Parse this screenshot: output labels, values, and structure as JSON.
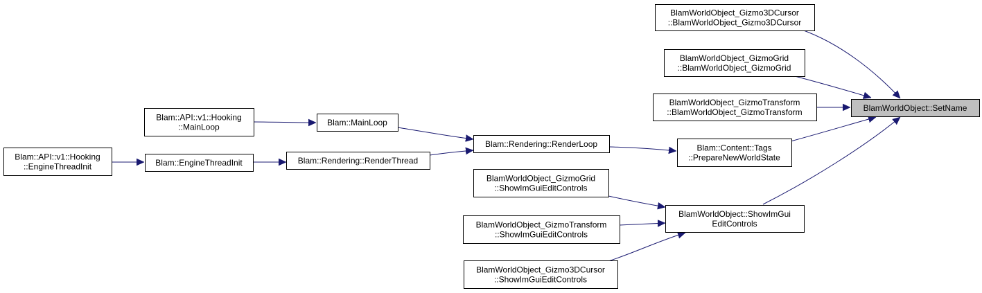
{
  "nodes": {
    "set_name": {
      "lines": [
        "BlamWorldObject::SetName"
      ]
    },
    "gizmo3dcursor_ctor": {
      "lines": [
        "BlamWorldObject_Gizmo3DCursor",
        "::BlamWorldObject_Gizmo3DCursor"
      ]
    },
    "gizmogrid_ctor": {
      "lines": [
        "BlamWorldObject_GizmoGrid",
        "::BlamWorldObject_GizmoGrid"
      ]
    },
    "gizmotransform_ctor": {
      "lines": [
        "BlamWorldObject_GizmoTransform",
        "::BlamWorldObject_GizmoTransform"
      ]
    },
    "prepare_new_world_state": {
      "lines": [
        "Blam::Content::Tags",
        "::PrepareNewWorldState"
      ]
    },
    "show_imgui_edit_controls": {
      "lines": [
        "BlamWorldObject::ShowImGui",
        "EditControls"
      ]
    },
    "render_loop": {
      "lines": [
        "Blam::Rendering::RenderLoop"
      ]
    },
    "main_loop": {
      "lines": [
        "Blam::MainLoop"
      ]
    },
    "render_thread": {
      "lines": [
        "Blam::Rendering::RenderThread"
      ]
    },
    "hooking_main_loop": {
      "lines": [
        "Blam::API::v1::Hooking",
        "::MainLoop"
      ]
    },
    "engine_thread_init": {
      "lines": [
        "Blam::EngineThreadInit"
      ]
    },
    "hooking_engine_thread_init": {
      "lines": [
        "Blam::API::v1::Hooking",
        "::EngineThreadInit"
      ]
    },
    "gizmogrid_show": {
      "lines": [
        "BlamWorldObject_GizmoGrid",
        "::ShowImGuiEditControls"
      ]
    },
    "gizmotransform_show": {
      "lines": [
        "BlamWorldObject_GizmoTransform",
        "::ShowImGuiEditControls"
      ]
    },
    "gizmo3dcursor_show": {
      "lines": [
        "BlamWorldObject_Gizmo3DCursor",
        "::ShowImGuiEditControls"
      ]
    }
  },
  "edges": [
    {
      "from": "gizmo3dcursor_ctor",
      "to": "set_name"
    },
    {
      "from": "gizmogrid_ctor",
      "to": "set_name"
    },
    {
      "from": "gizmotransform_ctor",
      "to": "set_name"
    },
    {
      "from": "prepare_new_world_state",
      "to": "set_name"
    },
    {
      "from": "show_imgui_edit_controls",
      "to": "set_name"
    },
    {
      "from": "render_loop",
      "to": "prepare_new_world_state"
    },
    {
      "from": "main_loop",
      "to": "render_loop"
    },
    {
      "from": "render_thread",
      "to": "render_loop"
    },
    {
      "from": "hooking_main_loop",
      "to": "main_loop"
    },
    {
      "from": "engine_thread_init",
      "to": "render_thread"
    },
    {
      "from": "hooking_engine_thread_init",
      "to": "engine_thread_init"
    },
    {
      "from": "gizmogrid_show",
      "to": "show_imgui_edit_controls"
    },
    {
      "from": "gizmotransform_show",
      "to": "show_imgui_edit_controls"
    },
    {
      "from": "gizmo3dcursor_show",
      "to": "show_imgui_edit_controls"
    }
  ],
  "colors": {
    "edge": "#191970",
    "root_fill": "#bfbfbf",
    "node_fill": "#ffffff",
    "node_border": "#000000"
  }
}
